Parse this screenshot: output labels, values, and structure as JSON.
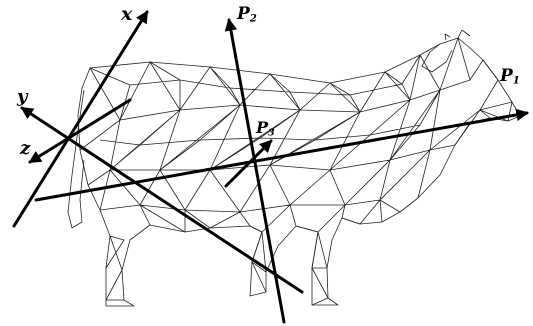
{
  "figure": {
    "subject": "wireframe-cow-mesh",
    "colors": {
      "ink": "#000000",
      "mesh": "#222222",
      "background": "#ffffff"
    }
  },
  "axes": {
    "x": {
      "name": "x"
    },
    "y": {
      "name": "y"
    },
    "z": {
      "name": "z"
    }
  },
  "principal_axes": {
    "p1": {
      "letter": "P",
      "subscript": "1"
    },
    "p2": {
      "letter": "P",
      "subscript": "2"
    },
    "p3": {
      "letter": "P",
      "subscript": "3"
    }
  }
}
